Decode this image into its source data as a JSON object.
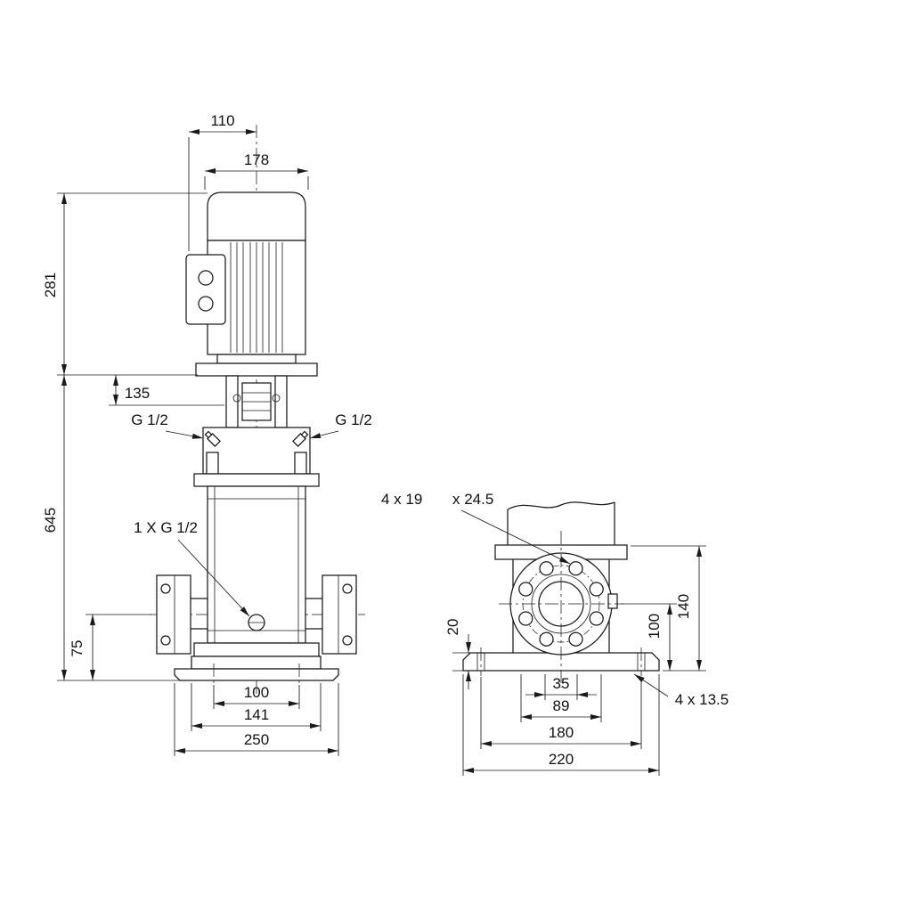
{
  "front_view": {
    "dims": {
      "d110": "110",
      "d178": "178",
      "d281": "281",
      "d135": "135",
      "d645": "645",
      "d75": "75",
      "d100": "100",
      "d141": "141",
      "d250": "250"
    },
    "labels": {
      "port_left": "G 1/2",
      "port_right": "G 1/2",
      "drain": "1 X G 1/2"
    }
  },
  "side_view": {
    "dims": {
      "d20": "20",
      "d100": "100",
      "d140": "140",
      "d35": "35",
      "d89": "89",
      "d180": "180",
      "d220": "220"
    },
    "labels": {
      "flange_holes": "4 x 19",
      "flange_counterbore": "x 24.5",
      "base_holes": "4 x 13.5"
    }
  }
}
